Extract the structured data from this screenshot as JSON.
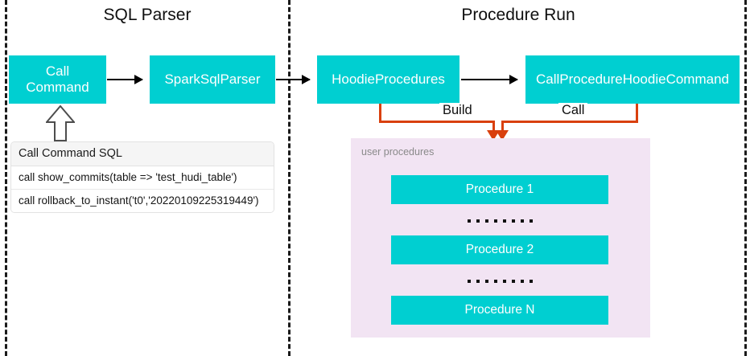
{
  "diagram": {
    "sections": [
      {
        "id": "sql-parser",
        "title": "SQL Parser"
      },
      {
        "id": "procedure-run",
        "title": "Procedure Run"
      }
    ],
    "nodes": [
      {
        "id": "call-command",
        "label": "Call\nCommand"
      },
      {
        "id": "spark-sql-parser",
        "label": "SparkSqlParser"
      },
      {
        "id": "hoodie-procedures",
        "label": "HoodieProcedures"
      },
      {
        "id": "call-procedure-hoodie-command",
        "label": "CallProcedureHoodieCommand"
      }
    ],
    "node_labels": {
      "call_command_line1": "Call",
      "call_command_line2": "Command",
      "spark_sql_parser": "SparkSqlParser",
      "hoodie_procedures": "HoodieProcedures",
      "call_procedure_hoodie_command": "CallProcedureHoodieCommand"
    },
    "edge_labels": {
      "build": "Build",
      "call": "Call"
    },
    "sql_table": {
      "header": "Call Command SQL",
      "rows": [
        "call show_commits(table => 'test_hudi_table')",
        "call rollback_to_instant('t0','20220109225319449')"
      ]
    },
    "procedures_panel": {
      "caption": "user procedures",
      "items": [
        "Procedure 1",
        "Procedure 2",
        "Procedure N"
      ],
      "ellipsis_dots": 8
    },
    "colors": {
      "node_fill": "#00CFD1",
      "node_text": "#FFFFFF",
      "panel_fill": "#F2E4F3",
      "connector_orange": "#D9400E",
      "arrow_black": "#000000",
      "separator_dashed": "#1A1A1A",
      "caption_grey": "#8A8A8A",
      "table_header_fill": "#F5F5F5",
      "background": "#FFFFFF"
    }
  }
}
